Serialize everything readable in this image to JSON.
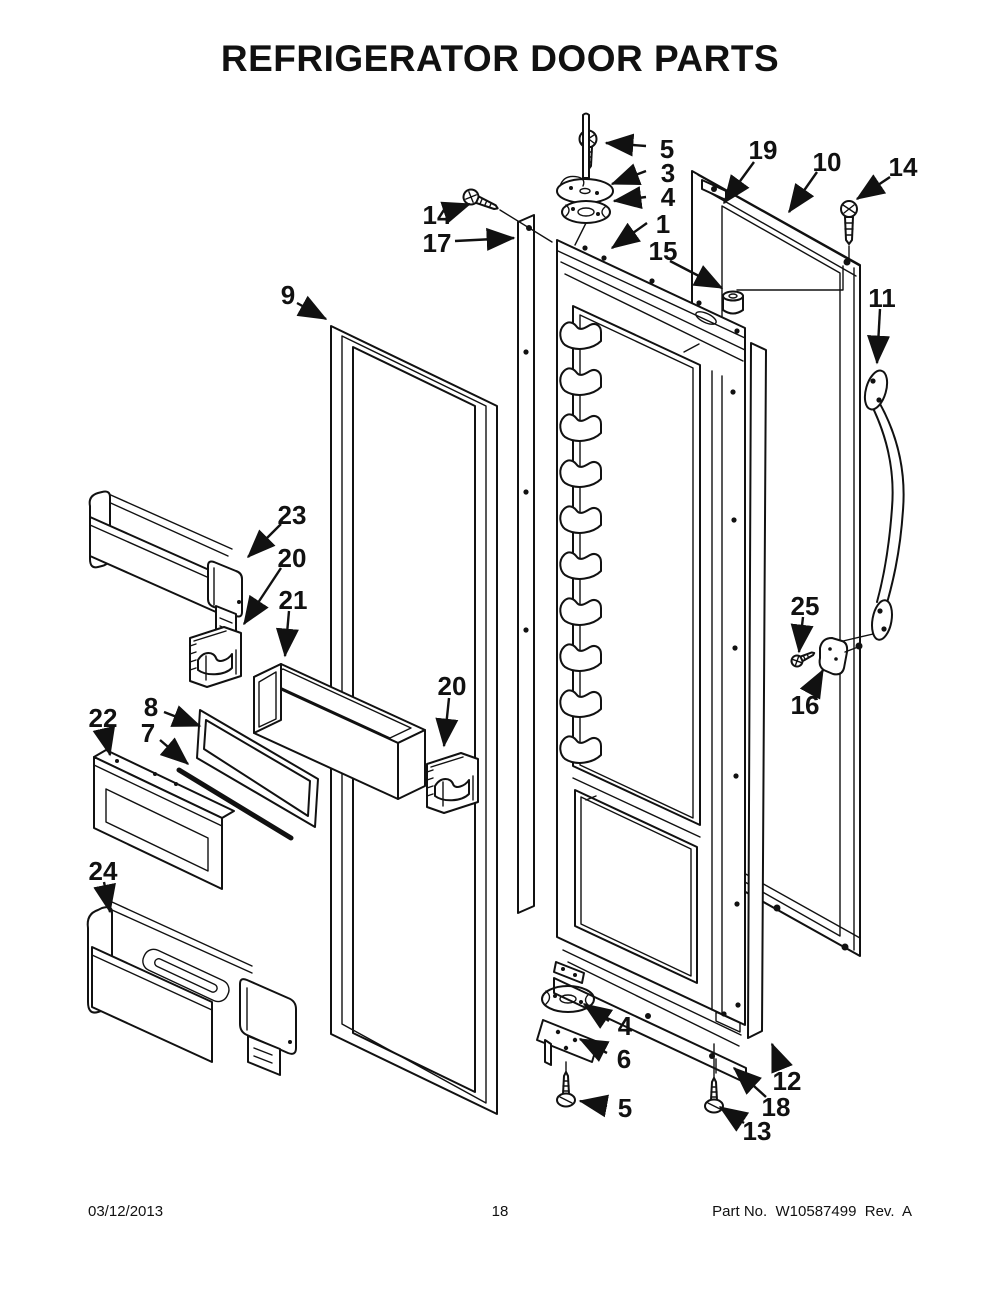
{
  "title": "REFRIGERATOR DOOR PARTS",
  "footer": {
    "date": "03/12/2013",
    "page": "18",
    "part_label": "Part No.  W10587499  Rev.  A"
  },
  "diagram": {
    "description": "Exploded view of refrigerator door parts",
    "callouts": [
      {
        "label": "5"
      },
      {
        "label": "3"
      },
      {
        "label": "4"
      },
      {
        "label": "1"
      },
      {
        "label": "15"
      },
      {
        "label": "19"
      },
      {
        "label": "10"
      },
      {
        "label": "14"
      },
      {
        "label": "14"
      },
      {
        "label": "17"
      },
      {
        "label": "9"
      },
      {
        "label": "11"
      },
      {
        "label": "23"
      },
      {
        "label": "20"
      },
      {
        "label": "21"
      },
      {
        "label": "20"
      },
      {
        "label": "22"
      },
      {
        "label": "8"
      },
      {
        "label": "7"
      },
      {
        "label": "24"
      },
      {
        "label": "25"
      },
      {
        "label": "16"
      },
      {
        "label": "4"
      },
      {
        "label": "6"
      },
      {
        "label": "5"
      },
      {
        "label": "12"
      },
      {
        "label": "18"
      },
      {
        "label": "13"
      }
    ]
  }
}
